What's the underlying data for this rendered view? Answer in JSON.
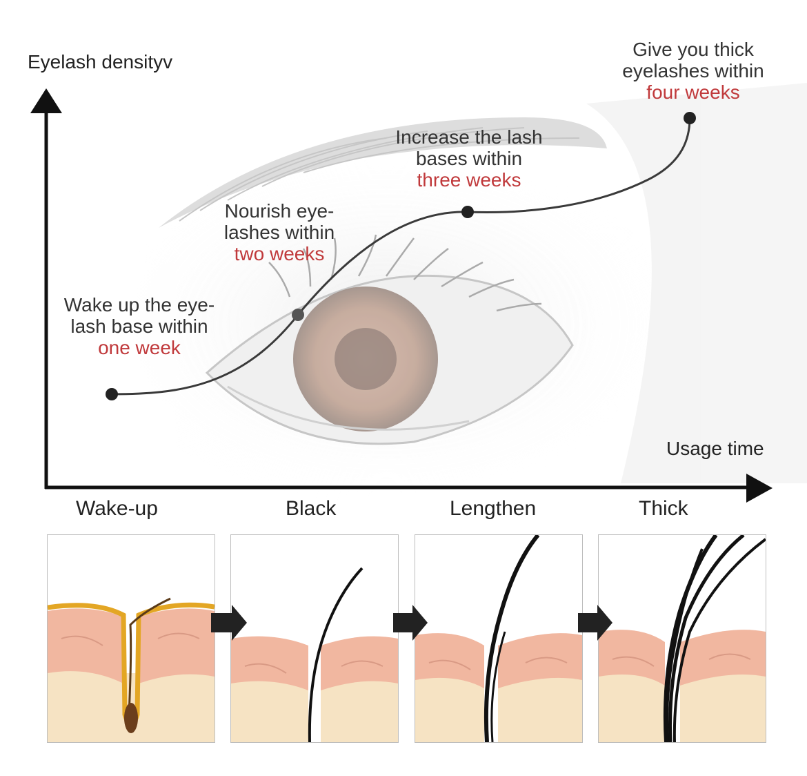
{
  "axes": {
    "y_label": "Eyelash densityv",
    "x_label": "Usage time"
  },
  "annotations": [
    {
      "lines": [
        "Wake up the eye-",
        "lash base within"
      ],
      "highlight": "one week"
    },
    {
      "lines": [
        "Nourish eye-",
        "lashes within"
      ],
      "highlight": "two weeks"
    },
    {
      "lines": [
        "Increase the lash",
        "bases within"
      ],
      "highlight": "three weeks"
    },
    {
      "lines": [
        "Give you thick",
        "eyelashes within"
      ],
      "highlight": "four weeks"
    }
  ],
  "stages": [
    "Wake-up",
    "Black",
    "Lengthen",
    "Thick"
  ],
  "colors": {
    "highlight": "#c0393b",
    "text": "#333333",
    "curve": "#3a3a3a",
    "skin_top": "#f1b7a0",
    "skin_fat": "#f6e3c3",
    "wax": "#e3a624",
    "hair": "#111111"
  }
}
